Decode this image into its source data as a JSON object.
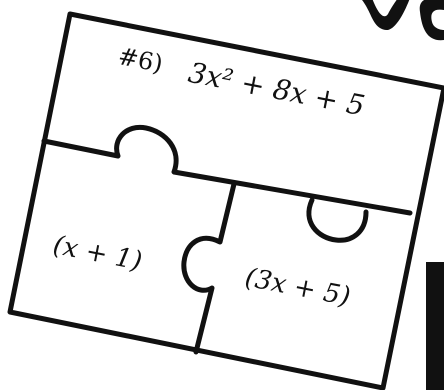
{
  "puzzle": {
    "problem_label": "#6)",
    "top_expression": "3x² + 8x + 5",
    "left_factor": "(x + 1)",
    "right_factor": "(3x + 5)"
  },
  "colors": {
    "stroke": "#111111",
    "background": "#ffffff"
  }
}
